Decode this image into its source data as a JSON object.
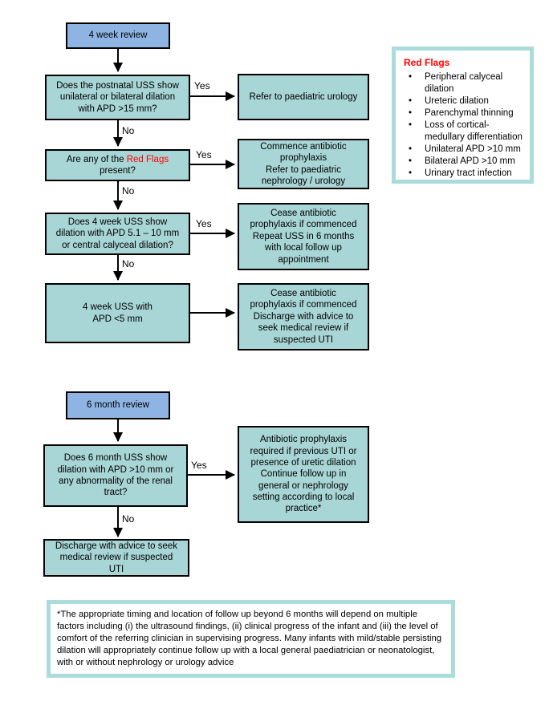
{
  "labels": {
    "yes": "Yes",
    "no": "No"
  },
  "colors": {
    "decision_box_fill": "#A8D5D5",
    "review_box_fill": "#8DB4E2",
    "panel_border": "#AADCDC",
    "red_flag_text": "#FF0000"
  },
  "flow_4week": {
    "start": "4 week review",
    "q_postnatal_uss": "Does the postnatal USS show\nunilateral or bilateral dilation\nwith APD >15 mm?",
    "action_refer_urology": "Refer to paediatric urology",
    "q_red_flags_prefix": "Are any of the ",
    "q_red_flags_highlight": "Red Flags",
    "q_red_flags_suffix": " present?",
    "action_commence_prophylaxis": "Commence antibiotic\nprophylaxis\nRefer to paediatric\nnephrology / urology",
    "q_4week_uss": "Does 4 week USS show\ndilation with APD 5.1 – 10 mm\nor central calyceal dilation?",
    "action_cease_repeat": "Cease antibiotic\nprophylaxis if commenced\nRepeat USS in 6 months\nwith local follow up\nappointment",
    "state_apd_under5": "4 week USS with\nAPD <5 mm",
    "action_cease_discharge": "Cease antibiotic\nprophylaxis if commenced\nDischarge with advice to\nseek medical review if\nsuspected UTI"
  },
  "red_flags": {
    "title": "Red Flags",
    "items": [
      "Peripheral calyceal dilation",
      "Ureteric dilation",
      "Parenchymal thinning",
      "Loss of cortical-medullary differentiation",
      "Unilateral APD >10 mm",
      "Bilateral APD >10 mm",
      "Urinary tract infection"
    ]
  },
  "flow_6month": {
    "start": "6 month review",
    "q_6month_uss": "Does 6 month USS show\ndilation with APD >10 mm or\nany abnormality of the renal\ntract?",
    "action_prophylaxis_followup": "Antibiotic prophylaxis\nrequired if previous UTI or\npresence of uretic dilation\nContinue follow up in\ngeneral or nephrology\nsetting according to local\npractice*",
    "action_discharge": "Discharge with advice to seek\nmedical review if suspected\nUTI"
  },
  "footnote": "*The appropriate timing and location of follow up beyond 6 months will depend on multiple factors including (i) the ultrasound findings, (ii) clinical progress of the infant and (iii) the level of comfort of the referring clinician in supervising progress. Many infants with mild/stable persisting dilation will appropriately continue follow up with a local general paediatrician or neonatologist, with or without nephrology or urology advice"
}
